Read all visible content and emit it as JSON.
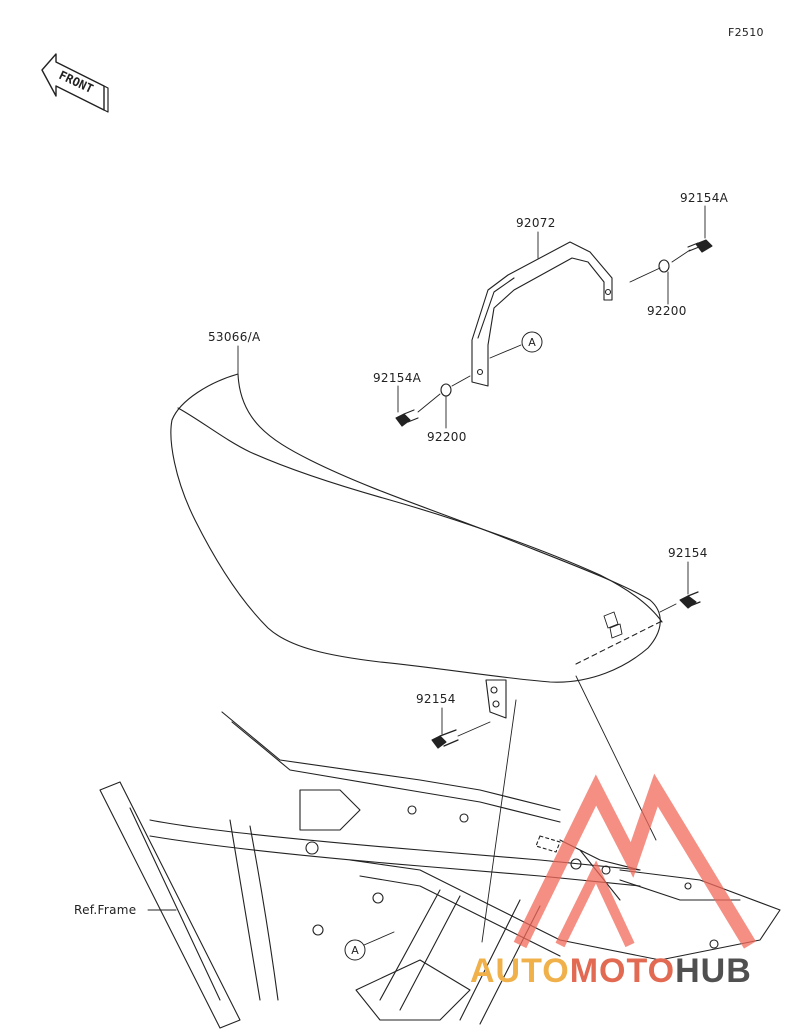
{
  "figure_code": "F2510",
  "front_badge": "FRONT",
  "callout_ref": "A",
  "parts": {
    "seat": "53066/A",
    "handle": "92072",
    "bolt_a_upper": "92154A",
    "washer_upper": "92200",
    "bolt_a_left": "92154A",
    "washer_left": "92200",
    "bolt_right": "92154",
    "bolt_lower": "92154",
    "frame_ref": "Ref.Frame"
  },
  "watermark": {
    "part1": "AUTO",
    "part2": "MOTO",
    "part3": "HUB",
    "color_logo": "#f26a5a"
  }
}
